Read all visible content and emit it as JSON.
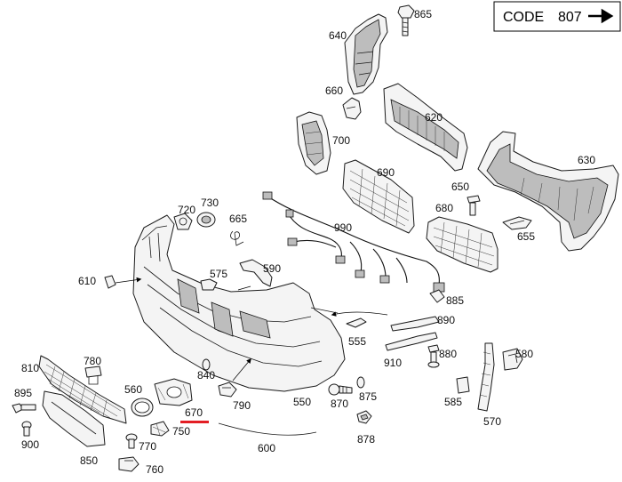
{
  "code_box": {
    "prefix": "CODE",
    "number": "807",
    "arrow": "arrow-right-icon"
  },
  "highlight_color": "#e31e24",
  "highlight_label": "670",
  "part_labels": [
    "865",
    "640",
    "660",
    "620",
    "700",
    "690",
    "630",
    "650",
    "680",
    "655",
    "730",
    "720",
    "665",
    "990",
    "610",
    "575",
    "590",
    "885",
    "890",
    "555",
    "910",
    "880",
    "580",
    "810",
    "780",
    "895",
    "560",
    "840",
    "900",
    "770",
    "850",
    "760",
    "750",
    "600",
    "790",
    "550",
    "870",
    "875",
    "878",
    "585",
    "570"
  ]
}
